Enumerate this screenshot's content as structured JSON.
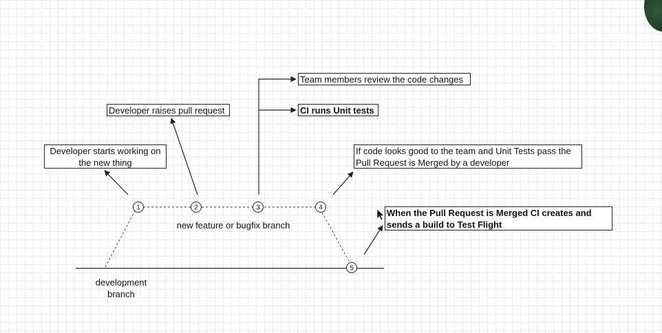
{
  "colors": {
    "line": "#222222",
    "dashed": "#444444",
    "background": "#ffffff",
    "grid": "#ececec"
  },
  "nodes": [
    {
      "id": "1",
      "label": "1"
    },
    {
      "id": "2",
      "label": "2"
    },
    {
      "id": "3",
      "label": "3"
    },
    {
      "id": "4",
      "label": "4"
    },
    {
      "id": "5",
      "label": "5"
    }
  ],
  "branches": {
    "feature": "new feature or bugfix  branch",
    "development_line1": "development",
    "development_line2": "branch"
  },
  "notes": {
    "start_line1": "Developer starts working on",
    "start_line2": "the new thing",
    "pull_request": "Developer raises pull request",
    "review": "Team members review the code changes",
    "ci_tests": "CI runs Unit tests",
    "merged_line1": "If code looks good to the team and Unit Tests pass the",
    "merged_line2": "Pull Request is Merged by a developer",
    "build_line1": "When the Pull Request is Merged CI creates and",
    "build_line2": "sends a build to Test Flight"
  }
}
